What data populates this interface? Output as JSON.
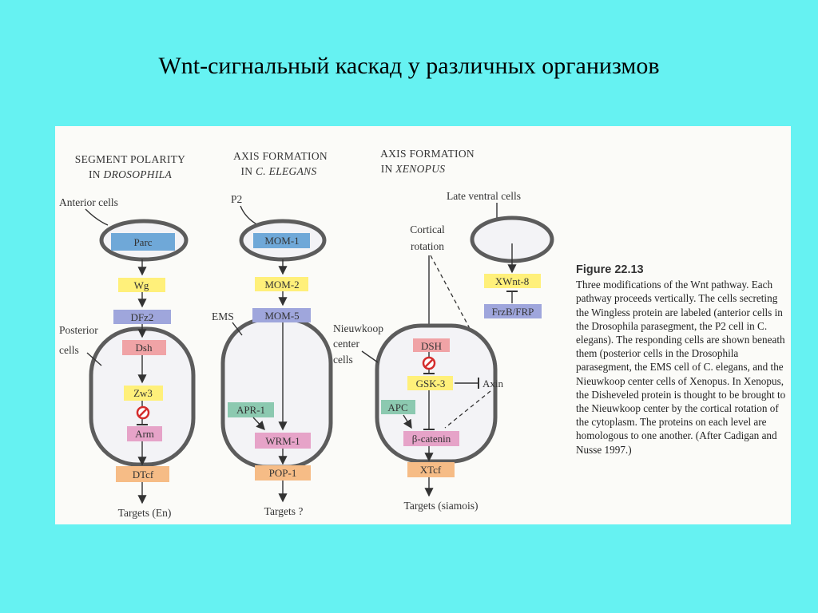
{
  "slide": {
    "title": "Wnt-сигнальный каскад у различных организмов",
    "background": "#66f2f2"
  },
  "figure": {
    "columns": [
      {
        "header_line1": "SEGMENT POLARITY",
        "header_line2_prefix": "IN ",
        "header_line2_italic": "DROSOPHILA"
      },
      {
        "header_line1": "AXIS FORMATION",
        "header_line2_prefix": "IN ",
        "header_line2_italic": "C. ELEGANS"
      },
      {
        "header_line1": "AXIS FORMATION",
        "header_line2_prefix": "IN ",
        "header_line2_italic": "XENOPUS"
      }
    ],
    "labels": {
      "anterior_cells": "Anterior cells",
      "posterior_line1": "Posterior",
      "posterior_line2": "cells",
      "p2": "P2",
      "ems": "EMS",
      "cortical_line1": "Cortical",
      "cortical_line2": "rotation",
      "late_ventral_cells": "Late ventral cells",
      "nieuwkoop_line1": "Nieuwkoop",
      "nieuwkoop_line2": "center",
      "nieuwkoop_line3": "cells",
      "targets_en": "Targets (En)",
      "targets_q": "Targets ?",
      "targets_siamois": "Targets (siamois)"
    },
    "boxes": {
      "parc": "Parc",
      "wg": "Wg",
      "dfz2": "DFz2",
      "dsh": "Dsh",
      "zw3": "Zw3",
      "arm": "Arm",
      "dtcf": "DTcf",
      "mom1": "MOM-1",
      "mom2": "MOM-2",
      "mom5": "MOM-5",
      "apr1": "APR-1",
      "wrm1": "WRM-1",
      "pop1": "POP-1",
      "xdsh": "DSH",
      "gsk3": "GSK-3",
      "axin": "Axin",
      "apc": "APC",
      "bcatenin": "β-catenin",
      "xtcf": "XTcf",
      "xwnt8": "XWnt-8",
      "frzb": "FrzB/FRP"
    },
    "colors": {
      "blue": "#6fa8d8",
      "yellow": "#fff07a",
      "violet": "#9fa6dc",
      "pink": "#f0a3a6",
      "orange": "#f6bc86",
      "green": "#8cc9b0",
      "cell_outline": "#5c5c5c",
      "inhibit_red": "#d42c2c"
    },
    "caption": {
      "figure_number": "Figure 22.13",
      "text": "Three modifications of the Wnt pathway. Each pathway proceeds vertically. The cells secreting the Wingless protein are labeled (anterior cells in the Drosophila parasegment, the P2 cell in C. elegans). The responding cells are shown beneath them (posterior cells in the Drosophila parasegment, the EMS cell of C. elegans, and the Nieuwkoop center cells of Xenopus. In Xenopus, the Disheveled protein is thought to be brought to the Nieuwkoop center by the cortical rotation of the cytoplasm. The proteins on each level are homologous to one another. (After Cadigan and Nusse 1997.)"
    }
  }
}
